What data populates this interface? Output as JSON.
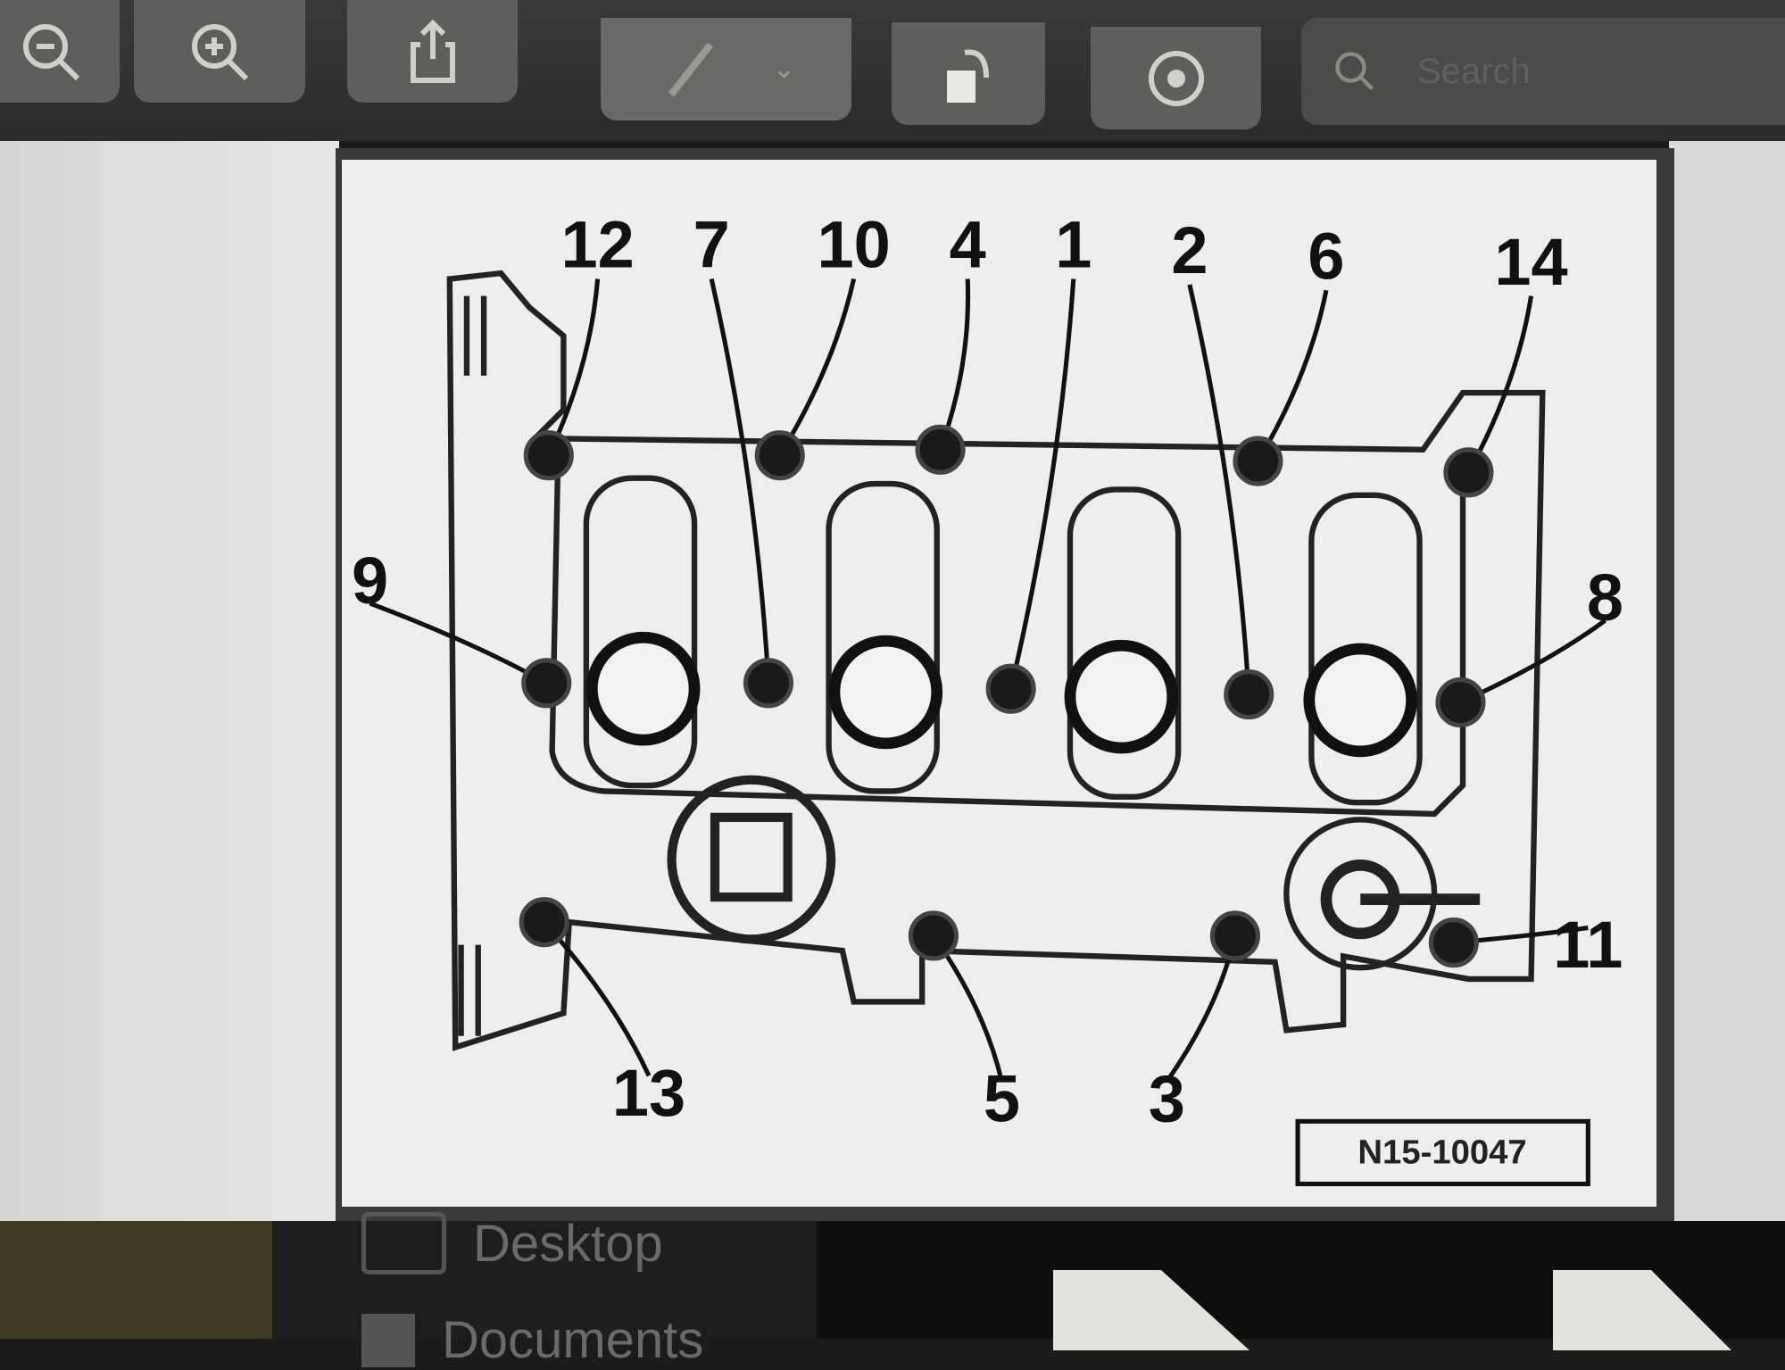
{
  "toolbar": {
    "buttons": [
      {
        "name": "zoom-out",
        "icon": "zoom-out-icon"
      },
      {
        "name": "zoom-in",
        "icon": "zoom-in-icon"
      },
      {
        "name": "share",
        "icon": "share-icon"
      },
      {
        "name": "markup",
        "icon": "pencil-icon"
      },
      {
        "name": "rotate",
        "icon": "rotate-icon"
      },
      {
        "name": "annotate",
        "icon": "circle-icon"
      }
    ],
    "search_placeholder": "Search"
  },
  "diagram": {
    "bolt_labels": [
      "12",
      "7",
      "10",
      "4",
      "1",
      "2",
      "6",
      "14",
      "9",
      "8",
      "11",
      "13",
      "5",
      "3"
    ],
    "reference_code": "N15-10047"
  },
  "sidebar": {
    "items": [
      {
        "label": "Desktop",
        "icon": "desktop-folder-icon"
      },
      {
        "label": "Documents",
        "icon": "documents-folder-icon"
      }
    ]
  },
  "colors": {
    "toolbar": "#333231",
    "button": "#5f5e5c",
    "page": "#eeeeec",
    "ink": "#111111"
  }
}
